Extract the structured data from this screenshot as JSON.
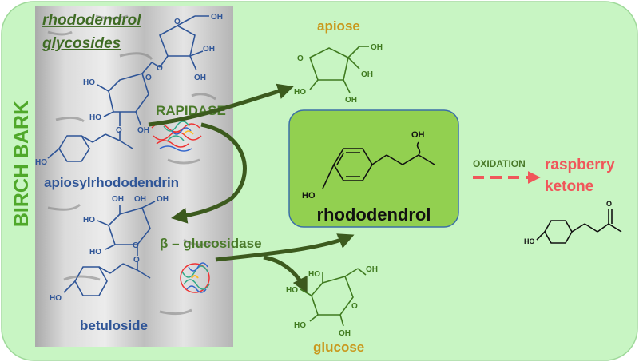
{
  "colors": {
    "panel_bg": "#c8f5c3",
    "bark_bg": "#b9b9b9",
    "center_box": "#92d050",
    "arrow_green": "#3c5a1e",
    "arrow_red": "#f0565a",
    "blue_text": "#2f5597",
    "gold_text": "#c9971b"
  },
  "side_label": "BIRCH BARK",
  "glycosides_title": {
    "line1": "rhododendrol",
    "line2": "glycosides"
  },
  "compounds": {
    "apiosyl": "apiosylrhododendrin",
    "betuloside": "betuloside",
    "apiose": "apiose",
    "glucose": "glucose",
    "rhododendrol": "rhododendrol",
    "raspberry_line1": "raspberry",
    "raspberry_line2": "ketone"
  },
  "enzymes": {
    "rapidase": "RAPIDASE",
    "glucosidase": "β – glucosidase"
  },
  "process": {
    "oxidation": "OXIDATION"
  },
  "atoms": {
    "oh": "OH",
    "o": "O",
    "ho": "HO"
  },
  "icons": [
    "enzyme-rapidase-icon",
    "enzyme-glucosidase-icon"
  ]
}
